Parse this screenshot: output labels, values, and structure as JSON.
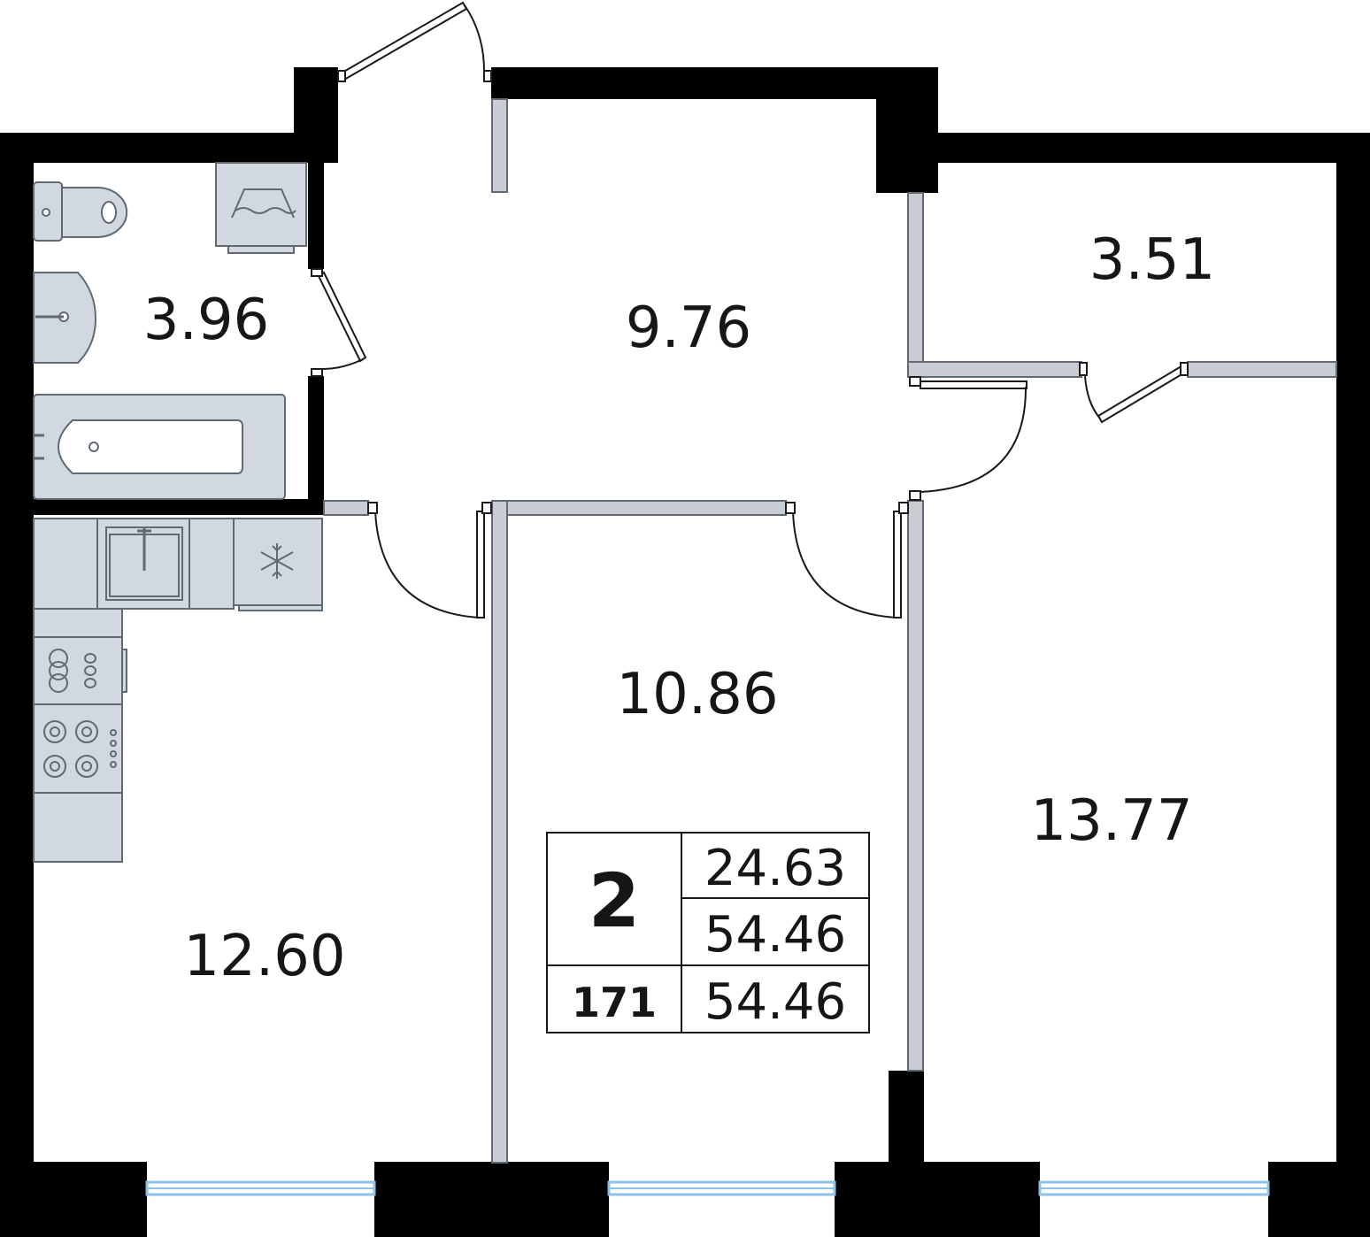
{
  "colors": {
    "wall": "#000000",
    "partition_fill": "#c8cdd4",
    "partition_stroke": "#616a73",
    "fixture_fill": "#d1d8e0",
    "fixture_stroke": "#616a73",
    "window": "#8fc1e6",
    "text": "#161616"
  },
  "rooms": [
    {
      "id": "bathroom",
      "area": "3.96"
    },
    {
      "id": "hallway",
      "area": "9.76"
    },
    {
      "id": "storage",
      "area": "3.51"
    },
    {
      "id": "bedroom-small",
      "area": "10.86"
    },
    {
      "id": "kitchen-living",
      "area": "12.60"
    },
    {
      "id": "bedroom-large",
      "area": "13.77"
    }
  ],
  "info": {
    "rooms_count": "2",
    "living_area": "24.63",
    "total_area": "54.46",
    "apartment_number": "171",
    "area_with_balcony": "54.46"
  },
  "icons": [
    "toilet-icon",
    "washing-machine-icon",
    "sink-icon",
    "bathtub-icon",
    "kitchen-sink-icon",
    "fridge-icon",
    "stove-icon",
    "cooktop-icon"
  ]
}
